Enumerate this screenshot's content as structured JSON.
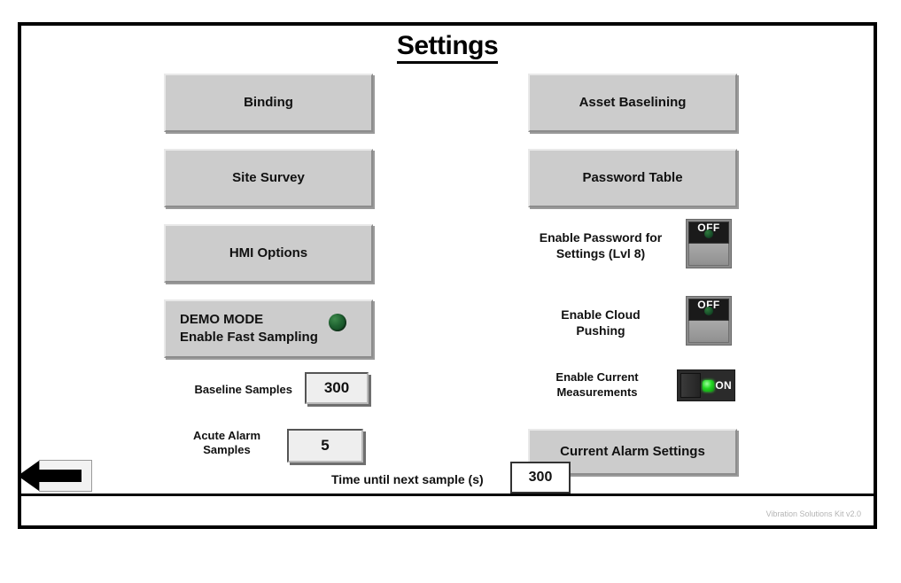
{
  "app": {
    "title": "Settings",
    "watermark": "Vibration Solutions Kit v2.0"
  },
  "left_column": {
    "buttons": [
      {
        "label": "Binding",
        "name": "binding-button"
      },
      {
        "label": "Site Survey",
        "name": "site-survey-button"
      },
      {
        "label": "HMI Options",
        "name": "hmi-options-button"
      }
    ],
    "demo_mode": {
      "line1": "DEMO MODE",
      "line2": "Enable Fast Sampling",
      "led_state": "off",
      "led_color": "#1e6130"
    },
    "fields": [
      {
        "label": "Baseline Samples",
        "value": "300",
        "name": "baseline-samples"
      },
      {
        "label": "Acute Alarm\nSamples",
        "label_line1": "Acute Alarm",
        "label_line2": "Samples",
        "value": "5",
        "name": "acute-alarm-samples"
      }
    ]
  },
  "right_column": {
    "buttons": [
      {
        "label": "Asset Baselining",
        "name": "asset-baselining-button"
      },
      {
        "label": "Password Table",
        "name": "password-table-button"
      },
      {
        "label": "Current Alarm Settings",
        "name": "current-alarm-settings-button"
      }
    ],
    "switches": [
      {
        "label_line1": "Enable Password for",
        "label_line2": "Settings (Lvl 8)",
        "state": "OFF",
        "orientation": "vertical",
        "led_color": "#18502a"
      },
      {
        "label_line1": "Enable Cloud",
        "label_line2": "Pushing",
        "state": "OFF",
        "orientation": "vertical",
        "led_color": "#18502a"
      },
      {
        "label_line1": "Enable Current",
        "label_line2": "Measurements",
        "state": "ON",
        "orientation": "horizontal",
        "led_color": "#23d723"
      }
    ]
  },
  "footer": {
    "back_label": "Back",
    "time_label": "Time until next sample (s)",
    "time_value": "300"
  }
}
